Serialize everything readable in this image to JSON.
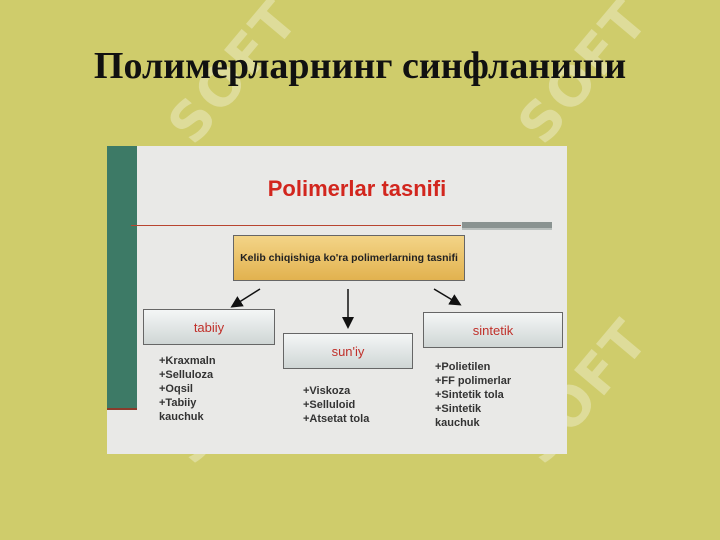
{
  "slide": {
    "title": "Полимерларнинг синфланиши"
  },
  "watermark": {
    "text": "SOFT"
  },
  "diagram": {
    "title": "Polimerlar tasnifi",
    "root": "Kelib chiqishiga ko'ra polimerlarning tasnifi",
    "categories": [
      {
        "label": "tabiiy",
        "items": [
          "+Kraxmaln",
          "+Selluloza",
          "+Oqsil",
          "+Tabiiy kauchuk"
        ]
      },
      {
        "label": "sun'iy",
        "items": [
          "+Viskoza",
          "+Selluloid",
          "+Atsetat tola"
        ]
      },
      {
        "label": "sintetik",
        "items": [
          "+Polietilen",
          "+FF polimerlar",
          "+Sintetik tola",
          "+Sintetik kauchuk"
        ]
      }
    ]
  },
  "colors": {
    "background": "#cfcc6b",
    "accent_bar": "#3d7a66",
    "diagram_title": "#d2261e",
    "root_box": "#e2b24f"
  }
}
